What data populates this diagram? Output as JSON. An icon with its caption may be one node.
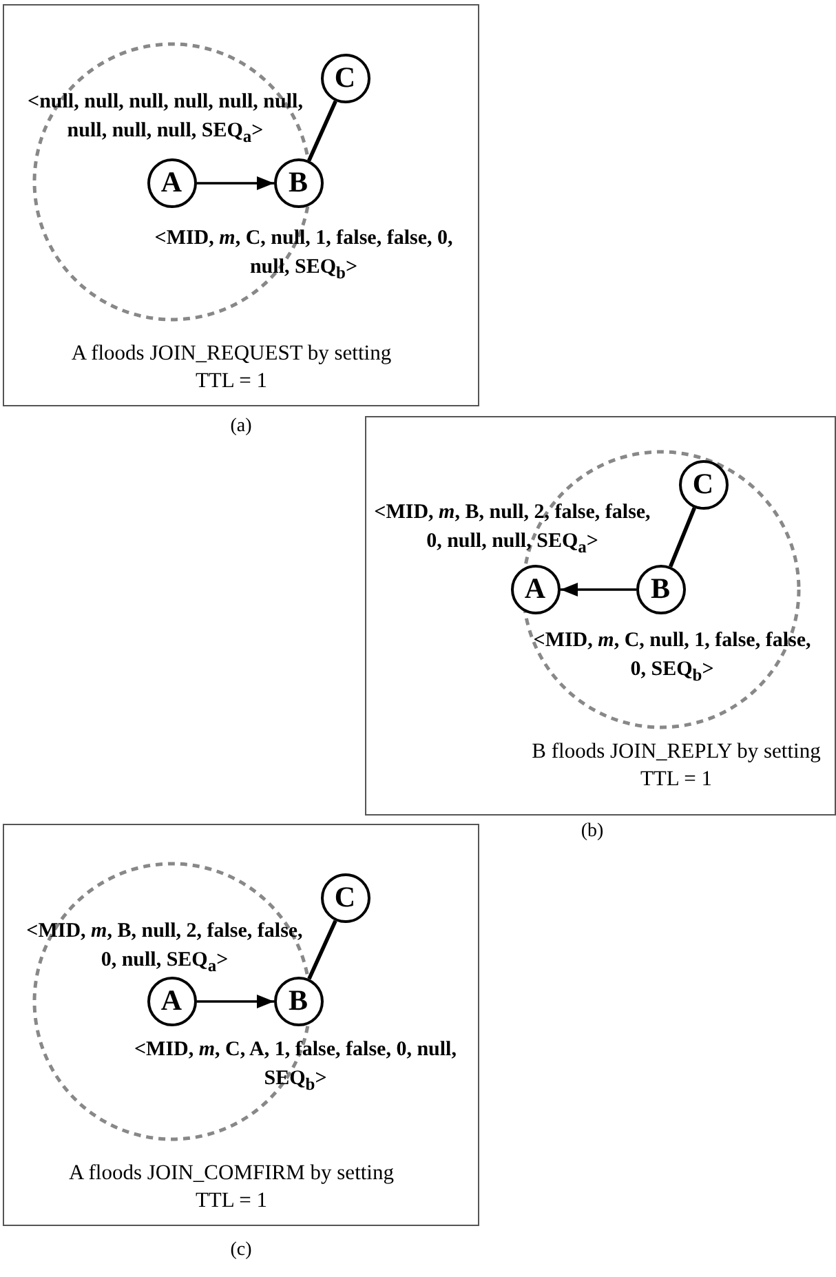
{
  "diagram": {
    "nodes": [
      {
        "text": [
          "A floods JOIN_REQUEST by setting TTL = 1"
        ],
        "beside": [
          "(a)"
        ]
      },
      {
        "text": [
          "A"
        ],
        "in": 0,
        "beside": [
          "<null, null, null, null, null, null, null, null, null, SEQ$_{a}$>"
        ]
      },
      {
        "text": [
          "B"
        ],
        "in": 0,
        "beside": [
          "<MID, *m*, C, null, 1, false, false, 0, null, SEQ$_{b}$>"
        ]
      },
      {
        "text": [
          "C"
        ],
        "in": 0
      },
      {
        "text": [
          "B floods JOIN_REPLY by setting TTL = 1"
        ],
        "beside": [
          "(b)"
        ]
      },
      {
        "text": [
          "A"
        ],
        "in": 4,
        "beside": [
          "<MID, *m*, B, null, 2, false, false, 0, null, null, SEQ$_{a}$>"
        ]
      },
      {
        "text": [
          "B"
        ],
        "in": 4,
        "beside": [
          "<MID, *m*, C, null, 1, false, false, 0, SEQ$_{b}$>"
        ]
      },
      {
        "text": [
          "C"
        ],
        "in": 4
      },
      {
        "text": [
          "A floods JOIN_COMFIRM by setting TTL = 1"
        ],
        "beside": [
          "(c)"
        ]
      },
      {
        "text": [
          "A"
        ],
        "in": 8,
        "beside": [
          "<MID, *m*, B, null, 2, false, false, 0, null, SEQ$_{a}$>"
        ]
      },
      {
        "text": [
          "B"
        ],
        "in": 8,
        "beside": [
          "<MID, *m*, C, A, 1, false, false, 0, null, SEQ$_{b}$>"
        ]
      },
      {
        "text": [
          "C"
        ],
        "in": 8
      }
    ],
    "edges": [
      {
        "from": 1,
        "to": 2,
        "arrow": "to"
      },
      {
        "from": 2,
        "to": 3,
        "arrow": "none"
      },
      {
        "from": 6,
        "to": 5,
        "arrow": "to"
      },
      {
        "from": 6,
        "to": 7,
        "arrow": "none"
      },
      {
        "from": 9,
        "to": 10,
        "arrow": "to"
      },
      {
        "from": 10,
        "to": 11,
        "arrow": "none"
      }
    ]
  }
}
